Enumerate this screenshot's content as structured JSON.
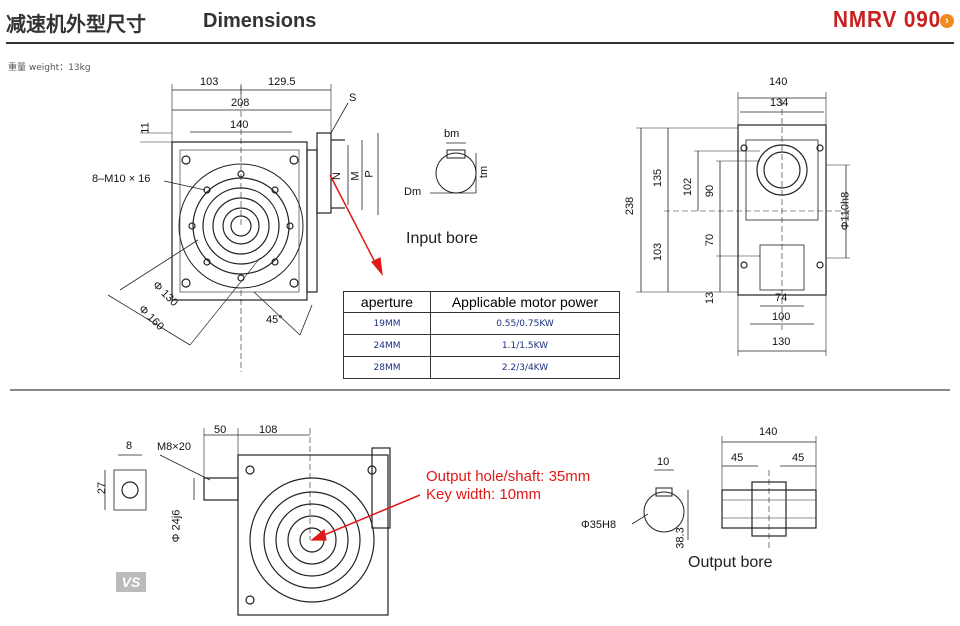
{
  "header": {
    "title_cn": "减速机外型尺寸",
    "title_en": "Dimensions",
    "model": "NMRV 090",
    "model_icon": "arrow-circle-icon"
  },
  "weight": "重量 weight：13kg",
  "top_left": {
    "dims": {
      "d103": "103",
      "d1295": "129.5",
      "d208": "208",
      "d140": "140",
      "d11": "11",
      "holes": "8–M10 × 16",
      "s": "S",
      "n": "N",
      "m": "M",
      "p": "P",
      "phi130": "Φ 130",
      "phi160": "Φ 160",
      "ang45": "45°"
    }
  },
  "input_bore": {
    "bm": "bm",
    "tm": "tm",
    "dm": "Dm",
    "caption": "Input bore"
  },
  "motor_table": {
    "headers": [
      "aperture",
      "Applicable motor power"
    ],
    "rows": [
      [
        "19MM",
        "0.55/0.75KW"
      ],
      [
        "24MM",
        "1.1/1.5KW"
      ],
      [
        "28MM",
        "2.2/3/4KW"
      ]
    ]
  },
  "top_right": {
    "dims": {
      "d140": "140",
      "d134": "134",
      "d238": "238",
      "d135": "135",
      "d103": "103",
      "d102": "102",
      "d90": "90",
      "d70": "70",
      "d13": "13",
      "phi110": "Φ110h8",
      "d74": "74",
      "d100": "100",
      "d130": "130"
    }
  },
  "bottom_left": {
    "dims": {
      "d8": "8",
      "d27": "27",
      "m8x20": "M8×20",
      "d50": "50",
      "d108": "108",
      "phi24": "Φ 24j6"
    },
    "badge": "VS"
  },
  "output_note": {
    "line1": "Output hole/shaft: 35mm",
    "line2": "Key width: 10mm"
  },
  "output_bore": {
    "d10": "10",
    "phi35": "Φ35H8",
    "d383": "38.3",
    "d140": "140",
    "d45a": "45",
    "d45b": "45",
    "caption": "Output bore"
  }
}
